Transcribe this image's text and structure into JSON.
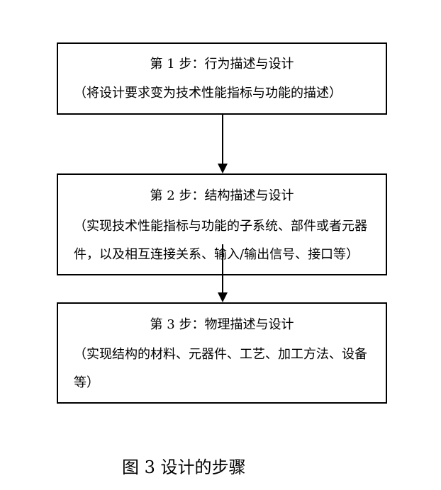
{
  "steps": [
    {
      "title": "第 1 步：行为描述与设计",
      "description": "（将设计要求变为技术性能指标与功能的描述）"
    },
    {
      "title": "第 2 步：结构描述与设计",
      "description": "（实现技术性能指标与功能的子系统、部件或者元器件，以及相互连接关系、输入/输出信号、接口等）"
    },
    {
      "title": "第 3 步：物理描述与设计",
      "description": "（实现结构的材料、元器件、工艺、加工方法、设备等）"
    }
  ],
  "caption": "图 3  设计的步骤"
}
